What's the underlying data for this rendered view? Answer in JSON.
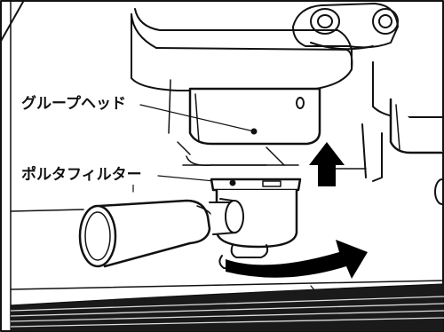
{
  "labels": {
    "group_head": "グループヘッド",
    "portafilter": "ポルタフィルター"
  },
  "colors": {
    "line": "#111111",
    "background": "#ffffff",
    "arrow": "#000000"
  },
  "arrows": {
    "up": "up-arrow",
    "rotate": "rotate-right-arrow"
  }
}
